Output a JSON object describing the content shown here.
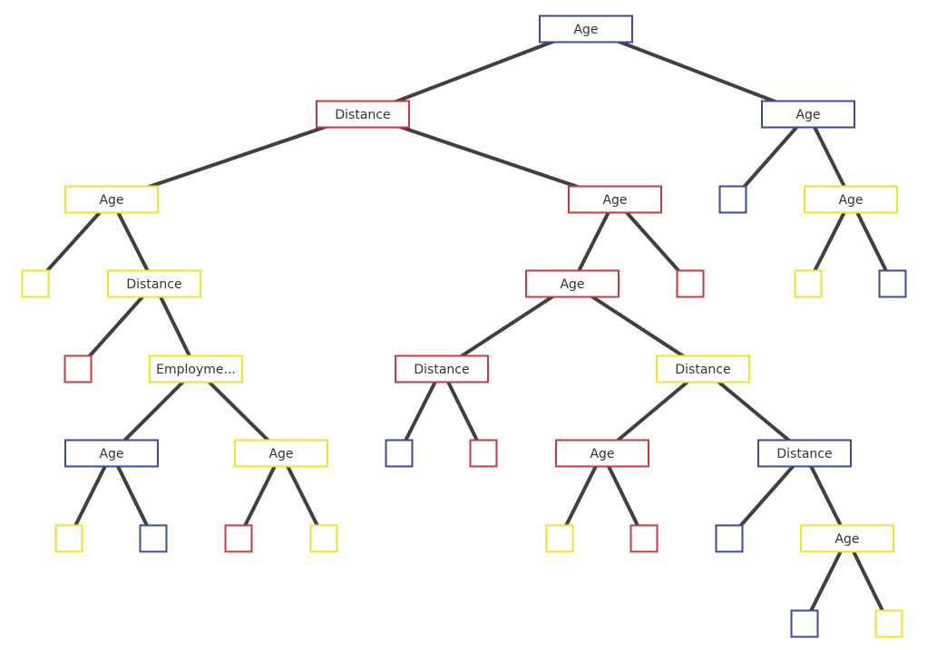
{
  "colors": {
    "blue": "#3b4a9e",
    "red": "#c43c3c",
    "yellow": "#f2e22c",
    "edge": "#404040"
  },
  "tree": {
    "nodes": [
      {
        "id": "n1",
        "label": "Age",
        "color": "blue"
      },
      {
        "id": "n2",
        "label": "Distance",
        "color": "red"
      },
      {
        "id": "n3",
        "label": "Age",
        "color": "blue"
      },
      {
        "id": "n4",
        "label": "Age",
        "color": "yellow"
      },
      {
        "id": "n5",
        "label": "Age",
        "color": "red"
      },
      {
        "id": "n6",
        "label": "",
        "color": "blue"
      },
      {
        "id": "n7",
        "label": "Age",
        "color": "yellow"
      },
      {
        "id": "n8",
        "label": "",
        "color": "yellow"
      },
      {
        "id": "n9",
        "label": "Distance",
        "color": "yellow"
      },
      {
        "id": "n10",
        "label": "Age",
        "color": "red"
      },
      {
        "id": "n11",
        "label": "",
        "color": "red"
      },
      {
        "id": "n12",
        "label": "",
        "color": "yellow"
      },
      {
        "id": "n13",
        "label": "",
        "color": "blue"
      },
      {
        "id": "n14",
        "label": "",
        "color": "red"
      },
      {
        "id": "n15",
        "label": "Employme...",
        "color": "yellow"
      },
      {
        "id": "n16",
        "label": "Distance",
        "color": "red"
      },
      {
        "id": "n17",
        "label": "Distance",
        "color": "yellow"
      },
      {
        "id": "n18",
        "label": "Age",
        "color": "blue"
      },
      {
        "id": "n19",
        "label": "Age",
        "color": "yellow"
      },
      {
        "id": "n20",
        "label": "",
        "color": "blue"
      },
      {
        "id": "n21",
        "label": "",
        "color": "red"
      },
      {
        "id": "n22",
        "label": "Age",
        "color": "red"
      },
      {
        "id": "n23",
        "label": "Distance",
        "color": "blue"
      },
      {
        "id": "n24",
        "label": "",
        "color": "yellow"
      },
      {
        "id": "n25",
        "label": "",
        "color": "blue"
      },
      {
        "id": "n26",
        "label": "",
        "color": "red"
      },
      {
        "id": "n27",
        "label": "",
        "color": "yellow"
      },
      {
        "id": "n28",
        "label": "",
        "color": "yellow"
      },
      {
        "id": "n29",
        "label": "",
        "color": "red"
      },
      {
        "id": "n30",
        "label": "",
        "color": "blue"
      },
      {
        "id": "n31",
        "label": "Age",
        "color": "yellow"
      },
      {
        "id": "n32",
        "label": "",
        "color": "blue"
      },
      {
        "id": "n33",
        "label": "",
        "color": "yellow"
      }
    ],
    "edges": [
      [
        "n1",
        "n2"
      ],
      [
        "n1",
        "n3"
      ],
      [
        "n2",
        "n4"
      ],
      [
        "n2",
        "n5"
      ],
      [
        "n3",
        "n6"
      ],
      [
        "n3",
        "n7"
      ],
      [
        "n4",
        "n8"
      ],
      [
        "n4",
        "n9"
      ],
      [
        "n5",
        "n10"
      ],
      [
        "n5",
        "n11"
      ],
      [
        "n7",
        "n12"
      ],
      [
        "n7",
        "n13"
      ],
      [
        "n9",
        "n14"
      ],
      [
        "n9",
        "n15"
      ],
      [
        "n10",
        "n16"
      ],
      [
        "n10",
        "n17"
      ],
      [
        "n15",
        "n18"
      ],
      [
        "n15",
        "n19"
      ],
      [
        "n16",
        "n20"
      ],
      [
        "n16",
        "n21"
      ],
      [
        "n17",
        "n22"
      ],
      [
        "n17",
        "n23"
      ],
      [
        "n18",
        "n24"
      ],
      [
        "n18",
        "n25"
      ],
      [
        "n19",
        "n26"
      ],
      [
        "n19",
        "n27"
      ],
      [
        "n22",
        "n28"
      ],
      [
        "n22",
        "n29"
      ],
      [
        "n23",
        "n30"
      ],
      [
        "n23",
        "n31"
      ],
      [
        "n31",
        "n32"
      ],
      [
        "n31",
        "n33"
      ]
    ]
  }
}
